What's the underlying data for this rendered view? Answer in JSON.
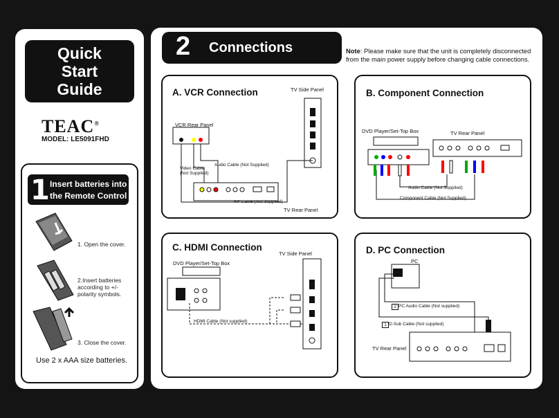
{
  "left": {
    "title_lines": [
      "Quick",
      "Start",
      "Guide"
    ],
    "brand": "TEAC",
    "model": "MODEL: LE5091FHD",
    "step_number": "1",
    "step_title_line1": "Insert batteries into",
    "step_title_line2": "the Remote Control",
    "instructions": [
      "1. Open the cover.",
      "2.Insert batteries according to +/- polarity symbols.",
      "3. Close the cover."
    ],
    "battery_note": "Use 2 x AAA size batteries."
  },
  "connections": {
    "step_number": "2",
    "title": "Connections",
    "note_label": "Note",
    "note_text": ": Please make sure that the unit is completely disconnected from the main power supply before changing cable connections."
  },
  "vcr": {
    "title": "A. VCR Connection",
    "tv_side_panel": "TV Side Panel",
    "vcr_rear_panel": "VCR Rear Panel",
    "video_cable": "Video Cable (Not Supplied)",
    "audio_cable": "Audio Cable (Not Supplied)",
    "rf_cable": "RF Cable (Not Supplied)",
    "tv_rear_panel": "TV Rear Panel"
  },
  "component": {
    "title": "B. Component Connection",
    "dvd_label": "DVD Player/Set-Top Box",
    "tv_rear_panel": "TV Rear Panel",
    "audio_cable": "Audio Cable (Not Supplied)",
    "component_cable": "Component Cable (Not Supplied)"
  },
  "hdmi": {
    "title": "C. HDMI Connection",
    "tv_side_panel": "TV Side Panel",
    "dvd_label": "DVD Player/Set-Top Box",
    "hdmi_cable": "HDMI Cable (Not supplied)"
  },
  "pc": {
    "title": "D. PC Connection",
    "pc_label": "PC",
    "audio_cable": "PC Audio Cable (Not supplied)",
    "dsub_cable": "D-Sub Cable (Not supplied)",
    "cable_num_1": "1",
    "cable_num_2": "2",
    "tv_rear_panel": "TV Rear Panel"
  }
}
